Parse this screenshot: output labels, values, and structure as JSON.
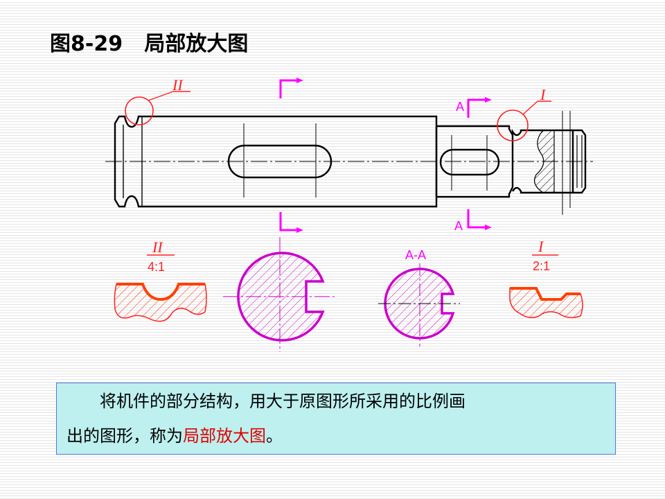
{
  "title": "图8-29   局部放大图",
  "labels": {
    "detail_I": "I",
    "detail_II": "II",
    "section_A_top": "A",
    "section_A_bottom": "A",
    "section_AA": "A-A",
    "scale_II_label": "II",
    "scale_II_ratio": "4:1",
    "scale_I_label": "I",
    "scale_I_ratio": "2:1"
  },
  "caption": {
    "line1": "将机件的部分结构，用大于原图形所采用的比例画",
    "line2_before": "出的图形，称为",
    "highlight": "局部放大图",
    "line2_after": "。"
  },
  "colors": {
    "outline": "#000000",
    "detail_red": "#ff2020",
    "detail_orange": "#ff4000",
    "section_magenta": "#cc00cc",
    "arrow_magenta": "#ff00ff",
    "caption_bg": "#bdf0ee"
  }
}
